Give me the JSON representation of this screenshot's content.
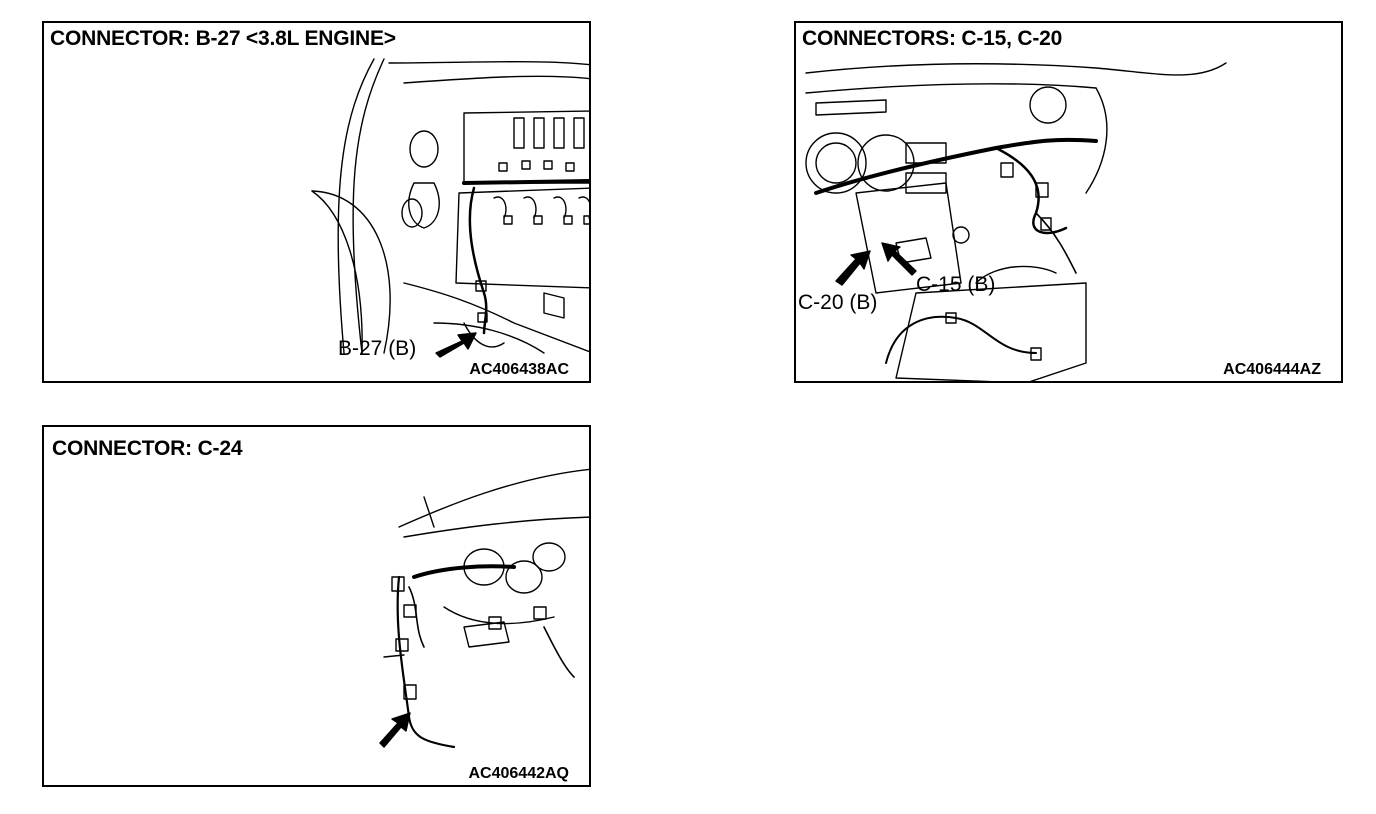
{
  "panels": [
    {
      "title": "CONNECTOR: B-27 <3.8L ENGINE>",
      "callouts": [
        "B-27 (B)"
      ],
      "code": "AC406438AC"
    },
    {
      "title": "CONNECTORS: C-15, C-20",
      "callouts": [
        "C-15 (B)",
        "C-20 (B)"
      ],
      "code": "AC406444AZ"
    },
    {
      "title": "CONNECTOR: C-24",
      "callouts": [],
      "code": "AC406442AQ"
    }
  ]
}
